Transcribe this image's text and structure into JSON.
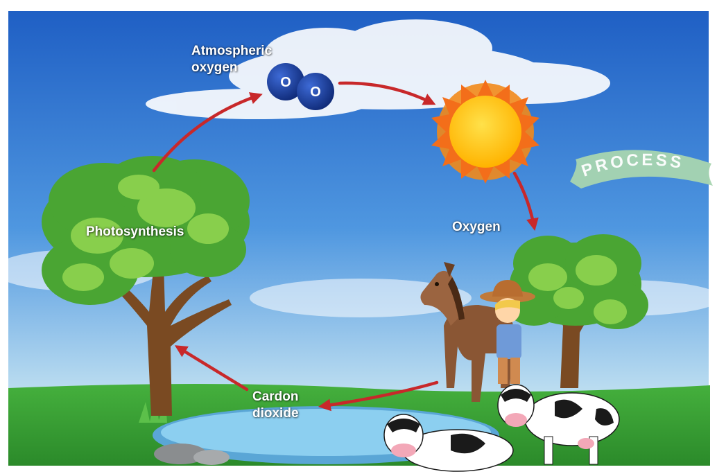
{
  "labels": {
    "atmospheric_oxygen": "Atmospheric\noxygen",
    "photosynthesis": "Photosynthesis",
    "oxygen": "Oxygen",
    "carbon_dioxide": "Cardon\ndioxide"
  },
  "banner": {
    "text": "PROCESS"
  },
  "molecule": {
    "atom_1": "O",
    "atom_2": "O"
  },
  "colors": {
    "sky_top": "#1f5fc4",
    "sky_bottom": "#bfe0ef",
    "grass": "#3aa236",
    "arrow": "#c8282a",
    "sun": "#ffc21f",
    "molecule": "#1a3d9a",
    "pond": "#7fc4ea",
    "banner": "#a8d5b0"
  }
}
